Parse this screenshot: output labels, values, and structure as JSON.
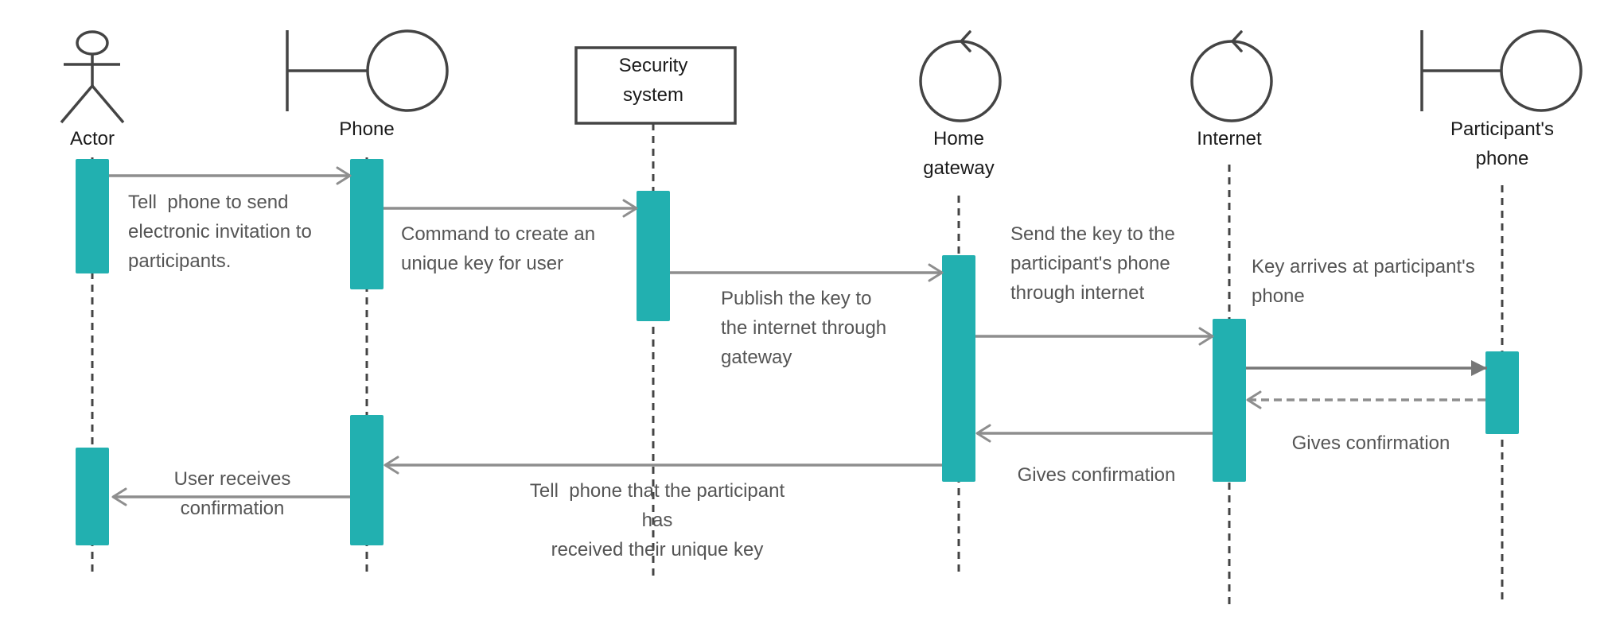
{
  "colors": {
    "activation": "#22b0b0",
    "arrow": "#8e8e8e",
    "lifeline": "#444444",
    "shape": "#444444",
    "label": "#1a1a1a",
    "message_text": "#555555"
  },
  "lifelines": [
    {
      "id": "actor",
      "kind": "actor",
      "label_lines": [
        "Actor"
      ]
    },
    {
      "id": "phone",
      "kind": "boundary",
      "label_lines": [
        "Phone"
      ]
    },
    {
      "id": "security",
      "kind": "box",
      "label_lines": [
        "Security",
        "system"
      ]
    },
    {
      "id": "gateway",
      "kind": "control",
      "label_lines": [
        "Home",
        "gateway"
      ]
    },
    {
      "id": "internet",
      "kind": "control",
      "label_lines": [
        "Internet"
      ]
    },
    {
      "id": "pphone",
      "kind": "boundary",
      "label_lines": [
        "Participant's",
        "phone"
      ]
    }
  ],
  "messages": [
    {
      "from": "actor",
      "to": "phone",
      "style": "solid",
      "head": "open",
      "text_lines": [
        "Tell  phone to send",
        "electronic invitation to",
        "participants."
      ]
    },
    {
      "from": "phone",
      "to": "security",
      "style": "solid",
      "head": "open",
      "text_lines": [
        "Command to create an",
        "unique key for user"
      ]
    },
    {
      "from": "security",
      "to": "gateway",
      "style": "solid",
      "head": "open",
      "text_lines": [
        "Publish the key to",
        "the internet through",
        "gateway"
      ]
    },
    {
      "from": "gateway",
      "to": "internet",
      "style": "solid",
      "head": "open",
      "text_lines": [
        "Send the key to the",
        "participant's phone",
        "through internet"
      ]
    },
    {
      "from": "internet",
      "to": "pphone",
      "style": "solid",
      "head": "filled",
      "text_lines": [
        "Key arrives at participant's",
        "phone"
      ]
    },
    {
      "from": "pphone",
      "to": "internet",
      "style": "dashed",
      "head": "open",
      "text_lines": [
        "Gives confirmation"
      ]
    },
    {
      "from": "internet",
      "to": "gateway",
      "style": "solid",
      "head": "open",
      "text_lines": [
        "Gives confirmation"
      ]
    },
    {
      "from": "gateway",
      "to": "phone",
      "style": "solid",
      "head": "open",
      "text_lines": [
        "Tell  phone that the participant",
        "has",
        "received their unique key"
      ]
    },
    {
      "from": "phone",
      "to": "actor",
      "style": "solid",
      "head": "open",
      "text_lines": [
        "User receives",
        "confirmation"
      ]
    }
  ]
}
